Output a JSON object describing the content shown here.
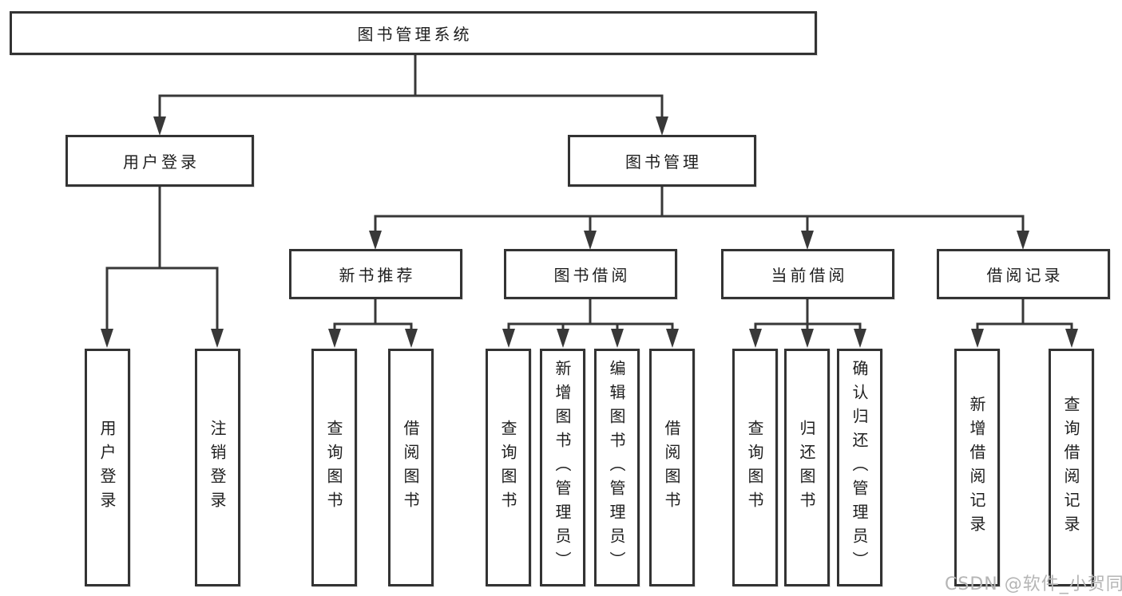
{
  "diagram": {
    "title": "图书管理系统",
    "root": {
      "label": "图书管理系统"
    },
    "branches": [
      {
        "label": "用户登录",
        "children": [
          {
            "label": "用户登录"
          },
          {
            "label": "注销登录"
          }
        ]
      },
      {
        "label": "图书管理",
        "children": [
          {
            "label": "新书推荐",
            "children": [
              {
                "label": "查询图书"
              },
              {
                "label": "借阅图书"
              }
            ]
          },
          {
            "label": "图书借阅",
            "children": [
              {
                "label": "查询图书"
              },
              {
                "label": "新增图书（管理员）"
              },
              {
                "label": "编辑图书（管理员）"
              },
              {
                "label": "借阅图书"
              }
            ]
          },
          {
            "label": "当前借阅",
            "children": [
              {
                "label": "查询图书"
              },
              {
                "label": "归还图书"
              },
              {
                "label": "确认归还（管理员）"
              }
            ]
          },
          {
            "label": "借阅记录",
            "children": [
              {
                "label": "新增借阅记录"
              },
              {
                "label": "查询借阅记录"
              }
            ]
          }
        ]
      }
    ]
  },
  "watermark": {
    "text": "CSDN @软件_小贺同学",
    "color": "#b5b5b5"
  },
  "colors": {
    "background": "#ffffff",
    "box_fill": "#ffffff",
    "box_border": "#333333",
    "line": "#383838",
    "text": "#1e1e1e"
  }
}
